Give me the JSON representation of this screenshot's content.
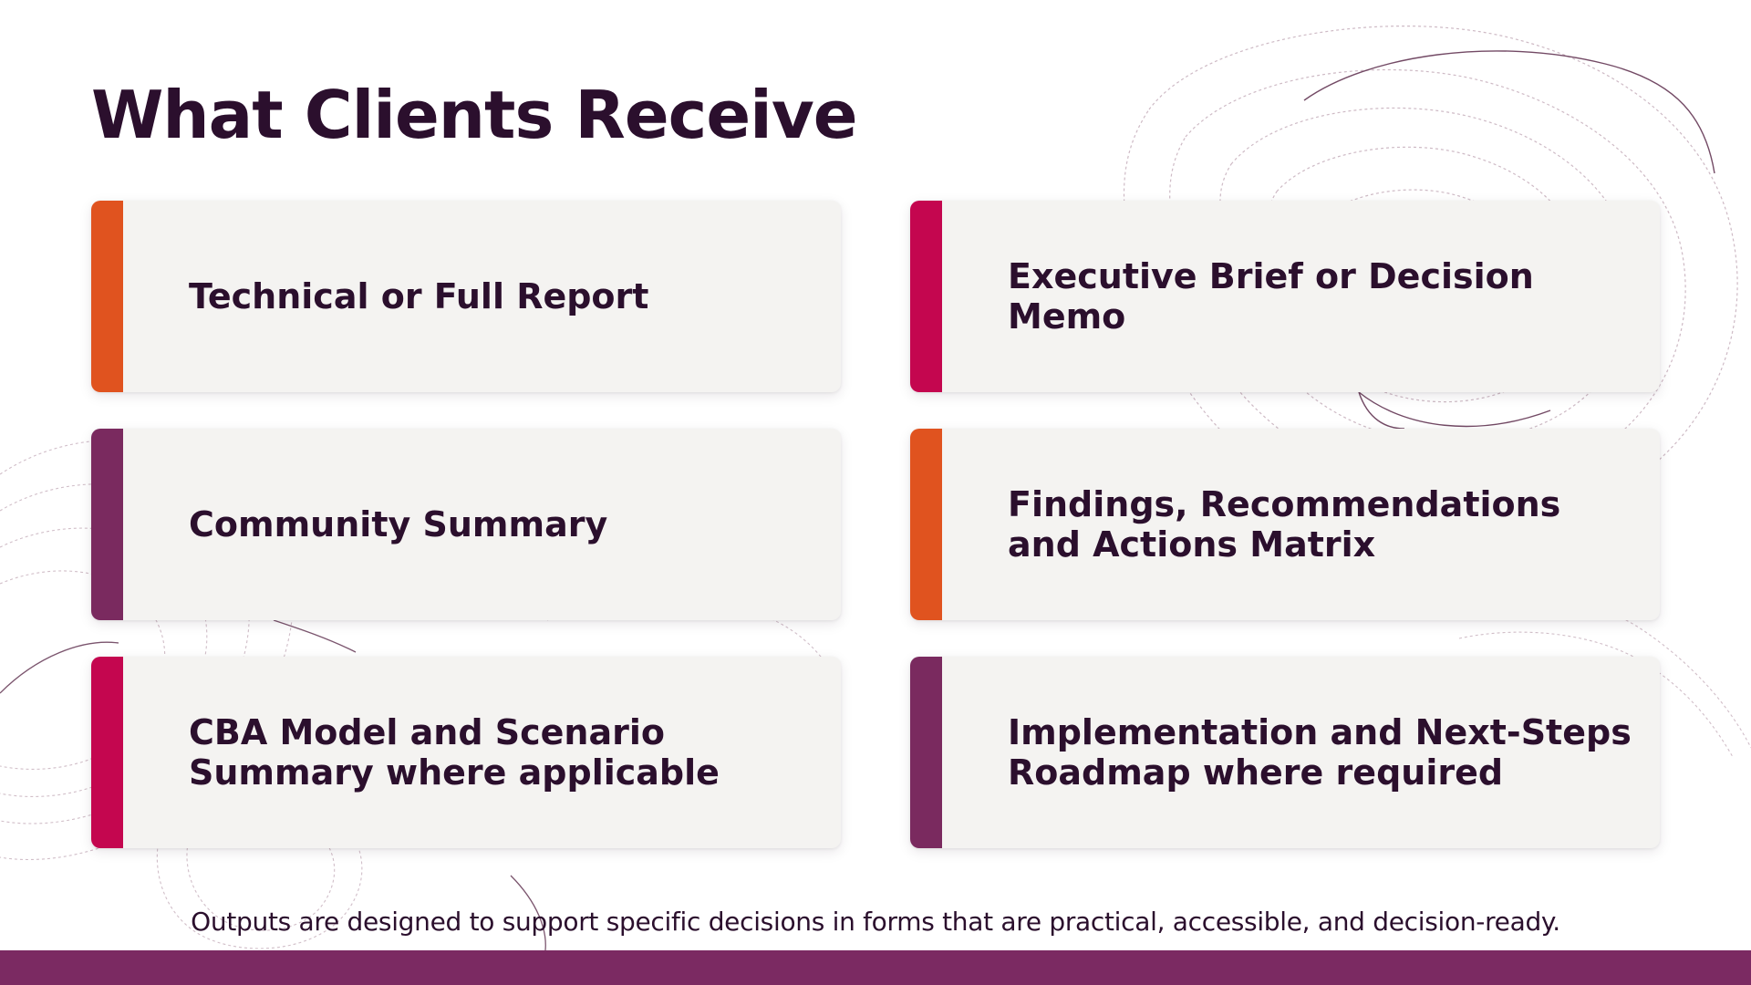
{
  "slide": {
    "title": "What Clients Receive",
    "footer_note": "Outputs are designed to support specific decisions in forms that are practical, accessible, and decision-ready."
  },
  "cards": [
    {
      "label": "Technical or Full Report",
      "accent": "#e0531f"
    },
    {
      "label": "Executive Brief or Decision Memo",
      "accent": "#c4064f"
    },
    {
      "label": "Community Summary",
      "accent": "#7a2a5f"
    },
    {
      "label": "Findings, Recommendations and Actions Matrix",
      "accent": "#e0531f"
    },
    {
      "label": "CBA Model and Scenario Summary where applicable",
      "accent": "#c4064f"
    },
    {
      "label": "Implementation and Next-Steps Roadmap where required",
      "accent": "#7a2a5f"
    }
  ],
  "colors": {
    "title_text": "#2b0f2d",
    "card_background": "#f4f3f1",
    "bottom_bar": "#7b2a62",
    "contour_lines": "#b89aa8"
  }
}
